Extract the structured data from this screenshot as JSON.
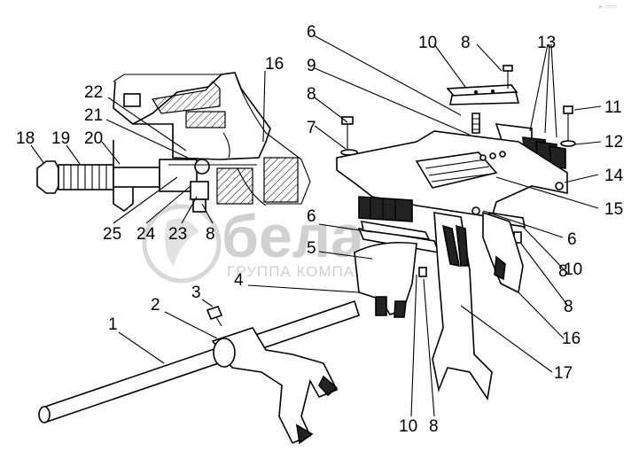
{
  "watermark": {
    "brand": "белаз",
    "tagline": "ГРУППА КОМПАНИЙ",
    "corner": "▸ ══"
  },
  "callouts": [
    "1",
    "2",
    "3",
    "4",
    "5",
    "6",
    "6",
    "6",
    "7",
    "8",
    "8",
    "8",
    "8",
    "8",
    "8",
    "9",
    "10",
    "10",
    "10",
    "11",
    "12",
    "13",
    "14",
    "15",
    "16",
    "16",
    "17",
    "18",
    "19",
    "20",
    "21",
    "22",
    "23",
    "24",
    "25"
  ]
}
